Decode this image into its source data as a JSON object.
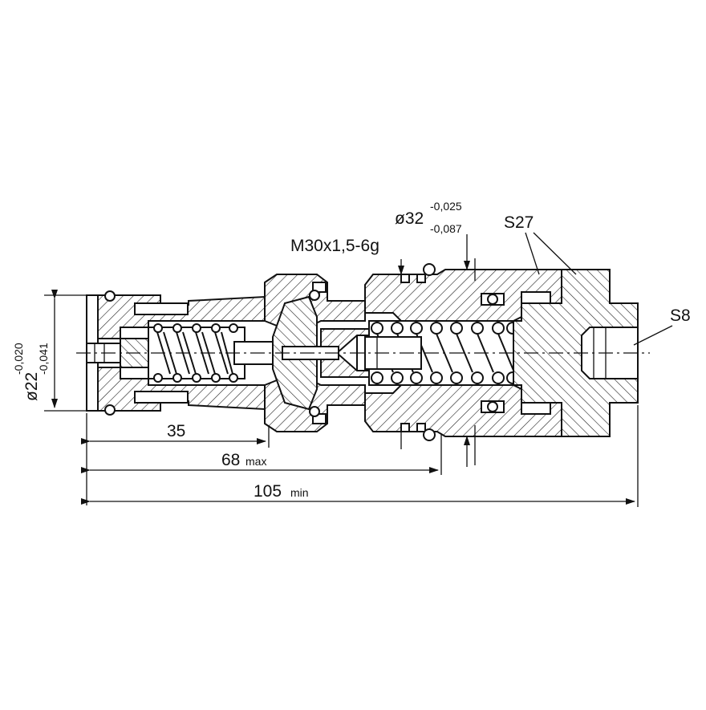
{
  "dimensions": {
    "diameter_22": {
      "prefix": "ø22",
      "upper_tol": "-0,020",
      "lower_tol": "-0,041"
    },
    "diameter_32": {
      "prefix": "ø32",
      "upper_tol": "-0,025",
      "lower_tol": "-0,087"
    },
    "thread": "M30x1,5-6g",
    "wrench_27": "S27",
    "wrench_8": "S8",
    "len_35": "35",
    "len_68": {
      "value": "68",
      "suffix": "max"
    },
    "len_105": {
      "value": "105",
      "suffix": "min"
    }
  }
}
